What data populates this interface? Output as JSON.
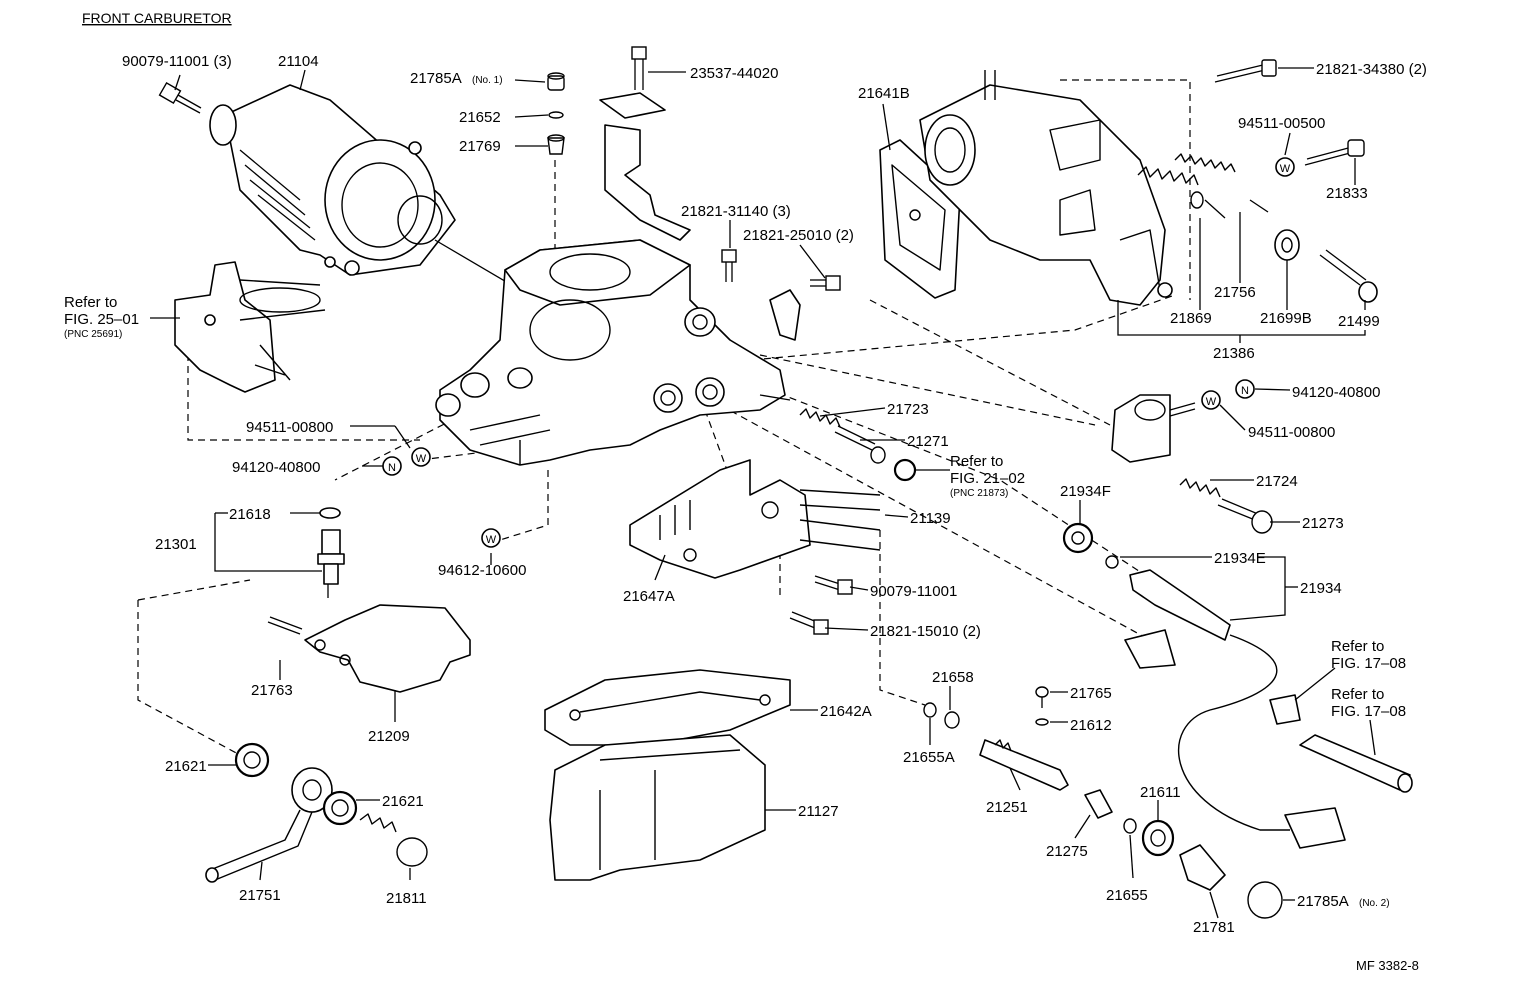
{
  "title": "FRONT CARBURETOR",
  "figure_code": "MF 3382-8",
  "parts": {
    "p90079_11001_3": "90079-11001 (3)",
    "p21104": "21104",
    "p21785A_1": "21785A",
    "p21785A_1_note": "(No. 1)",
    "p21652": "21652",
    "p21769": "21769",
    "p23537_44020": "23537-44020",
    "p21641B": "21641B",
    "p21821_34380_2": "21821-34380 (2)",
    "p94511_00500": "94511-00500",
    "p21833": "21833",
    "p21821_31140_3": "21821-31140 (3)",
    "p21821_25010_2": "21821-25010 (2)",
    "p21756": "21756",
    "p21869": "21869",
    "p21699B": "21699B",
    "p21499": "21499",
    "p21386": "21386",
    "p94120_40800_r": "94120-40800",
    "p94511_00800_r": "94511-00800",
    "p94511_00800_l": "94511-00800",
    "p94120_40800_l": "94120-40800",
    "p21723": "21723",
    "p21271": "21271",
    "p21724": "21724",
    "p21273": "21273",
    "p21934F": "21934F",
    "p21934E": "21934E",
    "p21934": "21934",
    "p21618": "21618",
    "p21301": "21301",
    "p21139": "21139",
    "p94612_10600": "94612-10600",
    "p21647A": "21647A",
    "p90079_11001": "90079-11001",
    "p21821_15010_2": "21821-15010 (2)",
    "p21763": "21763",
    "p21209": "21209",
    "p21658": "21658",
    "p21765": "21765",
    "p21612": "21612",
    "p21642A": "21642A",
    "p21655A": "21655A",
    "p21621_l": "21621",
    "p21621_r": "21621",
    "p21127": "21127",
    "p21251": "21251",
    "p21611": "21611",
    "p21275": "21275",
    "p21751": "21751",
    "p21811": "21811",
    "p21655": "21655",
    "p21785A_2": "21785A",
    "p21785A_2_note": "(No. 2)",
    "p21781": "21781"
  },
  "references": {
    "fig25": {
      "l1": "Refer to",
      "l2": "FIG. 25–01",
      "l3": "(PNC 25691)"
    },
    "fig21": {
      "l1": "Refer to",
      "l2": "FIG. 21–02",
      "l3": "(PNC 21873)"
    },
    "fig17a": {
      "l1": "Refer to",
      "l2": "FIG. 17–08"
    },
    "fig17b": {
      "l1": "Refer to",
      "l2": "FIG. 17–08"
    }
  },
  "washer_symbols": {
    "washer": "W",
    "nut": "N"
  }
}
